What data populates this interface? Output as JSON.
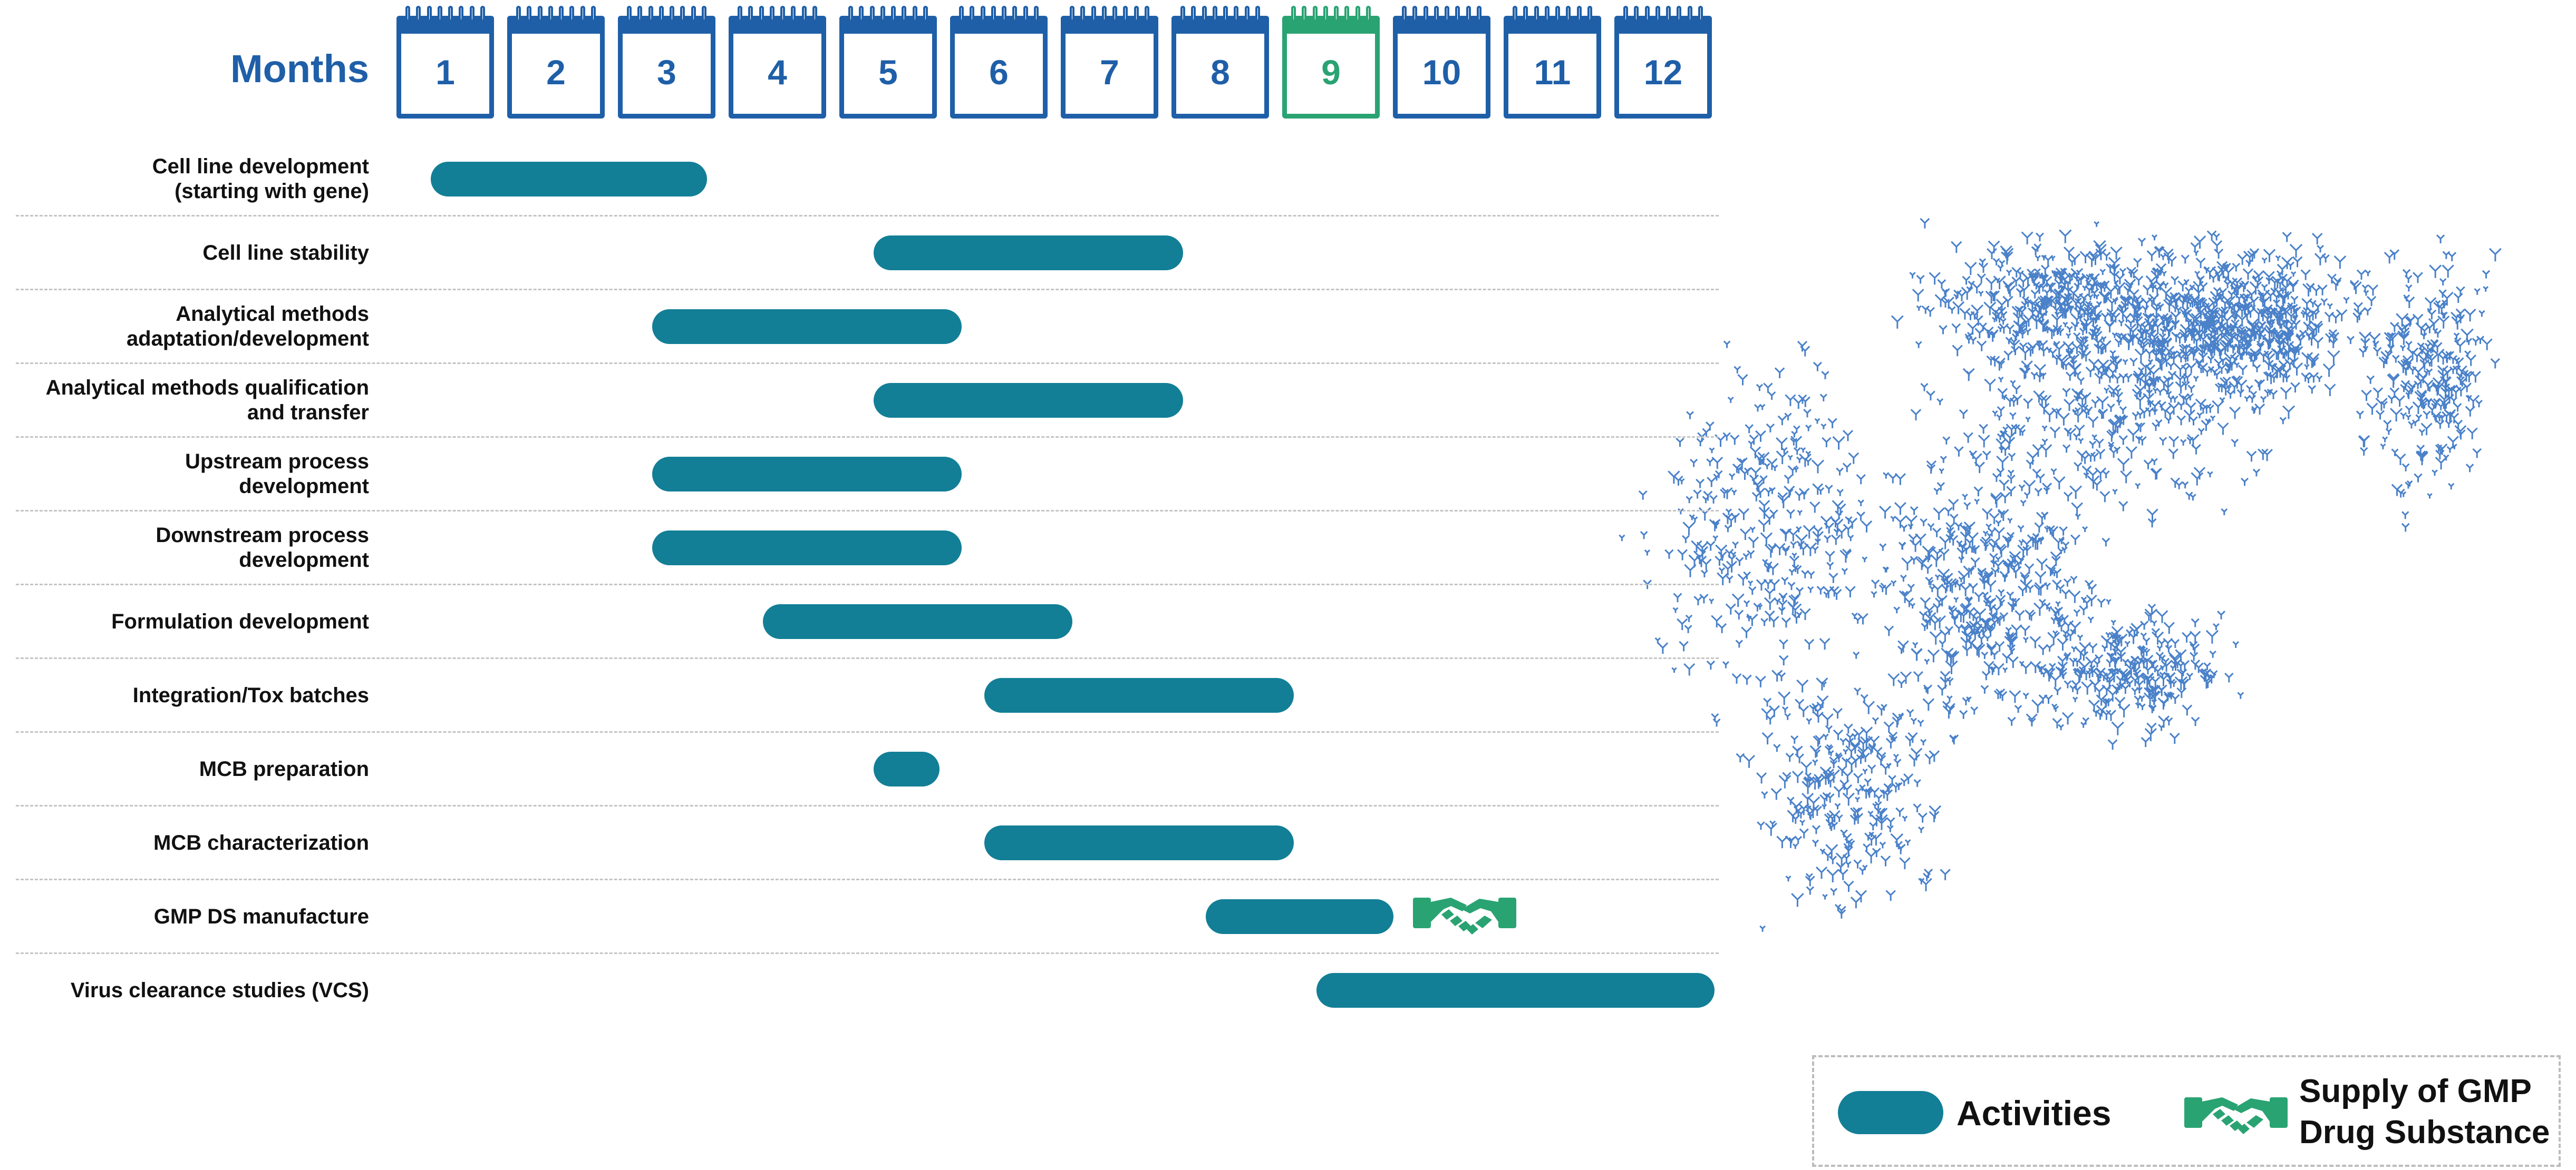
{
  "header": {
    "title": "Months"
  },
  "months": [
    "1",
    "2",
    "3",
    "4",
    "5",
    "6",
    "7",
    "8",
    "9",
    "10",
    "11",
    "12"
  ],
  "highlight_month": "9",
  "colors": {
    "calendar": "#1f5fa8",
    "calendar_highlight": "#2aa373",
    "activity_bar": "#127f96",
    "handshake": "#2aa373",
    "particles": "#2a6bc0"
  },
  "activities": [
    {
      "label_lines": [
        "Cell line development",
        "(starting with gene)"
      ],
      "start": 1.0,
      "end": 3.9
    },
    {
      "label_lines": [
        "Cell line stability"
      ],
      "start": 5.0,
      "end": 8.2
    },
    {
      "label_lines": [
        "Analytical methods",
        "adaptation/development"
      ],
      "start": 3.0,
      "end": 6.2
    },
    {
      "label_lines": [
        "Analytical methods qualification",
        "and transfer"
      ],
      "start": 5.0,
      "end": 8.2
    },
    {
      "label_lines": [
        "Upstream process",
        "development"
      ],
      "start": 3.0,
      "end": 6.2
    },
    {
      "label_lines": [
        "Downstream process",
        "development"
      ],
      "start": 3.0,
      "end": 6.2
    },
    {
      "label_lines": [
        "Formulation development"
      ],
      "start": 4.0,
      "end": 7.2
    },
    {
      "label_lines": [
        "Integration/Tox batches"
      ],
      "start": 6.0,
      "end": 9.2
    },
    {
      "label_lines": [
        "MCB preparation"
      ],
      "start": 5.0,
      "end": 6.0
    },
    {
      "label_lines": [
        "MCB characterization"
      ],
      "start": 6.0,
      "end": 9.2
    },
    {
      "label_lines": [
        "GMP DS manufacture"
      ],
      "start": 8.0,
      "end": 10.1,
      "milestone": "handshake-icon"
    },
    {
      "label_lines": [
        "Virus clearance studies (VCS)"
      ],
      "start": 9.0,
      "end": 13.0
    }
  ],
  "legend": {
    "activities_label": "Activities",
    "supply_label_lines": [
      "Supply of GMP",
      "Drug Substance"
    ],
    "supply_icon": "handshake-icon",
    "activities_icon": "activity-bar"
  },
  "decoration": {
    "icon": "antibody-particle-cloud-icon"
  }
}
